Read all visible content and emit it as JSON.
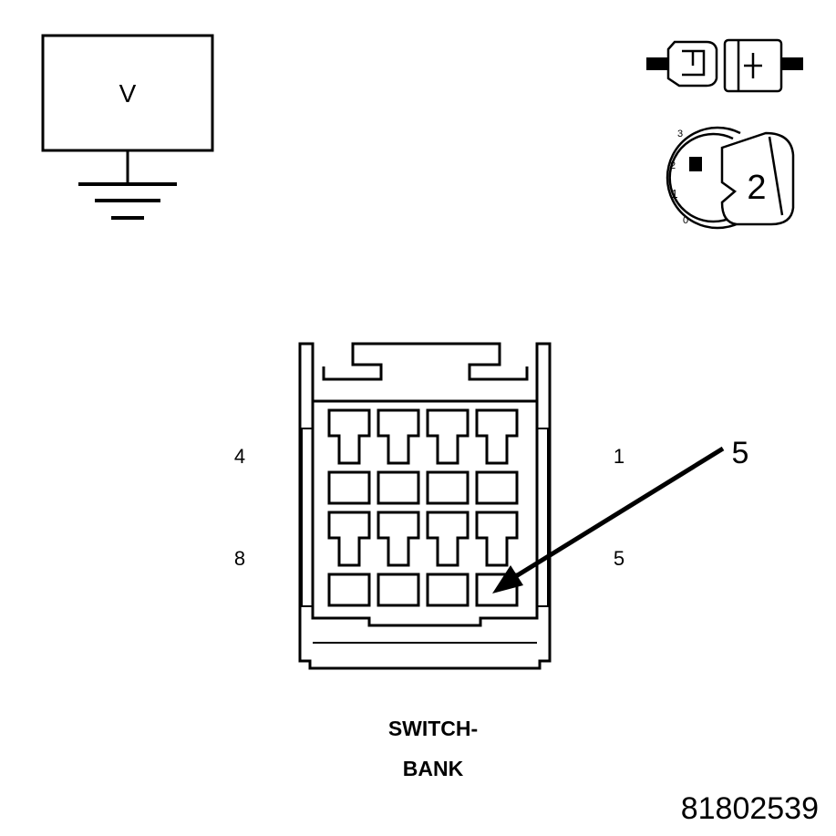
{
  "voltmeter": {
    "symbol": "V"
  },
  "ignition": {
    "positions": [
      "3",
      "2",
      "1",
      "0"
    ],
    "key_position": "2"
  },
  "connector": {
    "pin_labels": {
      "top_left": "4",
      "top_right": "1",
      "bottom_left": "8",
      "bottom_right": "5"
    },
    "callout": "5",
    "name_line1": "SWITCH-",
    "name_line2": "BANK"
  },
  "figure_id": "81802539"
}
